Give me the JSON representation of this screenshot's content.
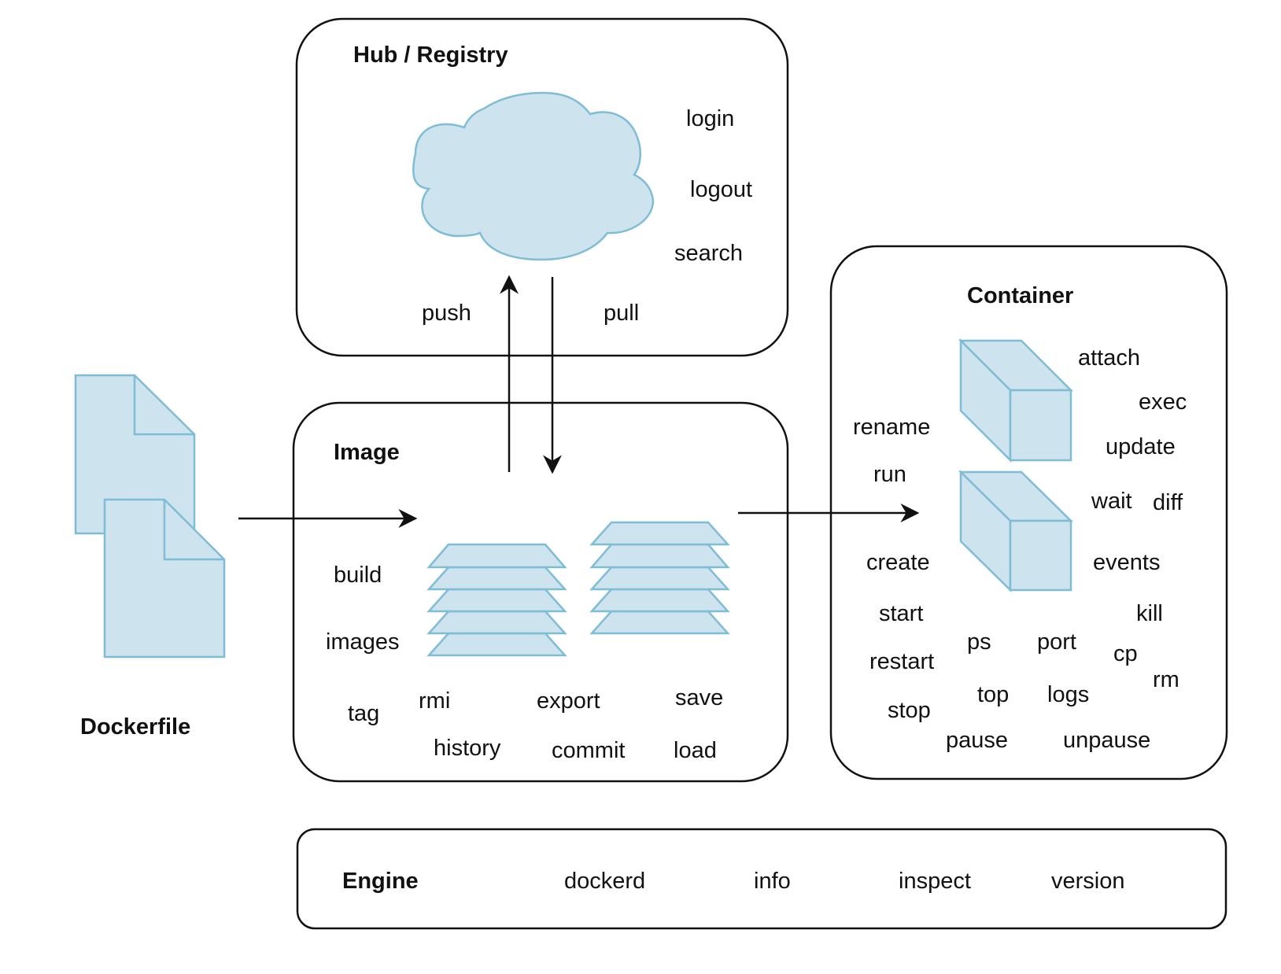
{
  "colors": {
    "fill": "#cde3ee",
    "stroke": "#7fbcd6",
    "line": "#111111",
    "background": "#ffffff"
  },
  "dockerfile": {
    "title": "Dockerfile",
    "icon": "document-icon"
  },
  "hub": {
    "title": "Hub / Registry",
    "icon": "cloud-icon",
    "commands": [
      "login",
      "logout",
      "search"
    ],
    "push": "push",
    "pull": "pull"
  },
  "image": {
    "title": "Image",
    "icon": "layers-icon",
    "commands": [
      "build",
      "images",
      "tag",
      "rmi",
      "history",
      "export",
      "commit",
      "save",
      "load"
    ]
  },
  "container": {
    "title": "Container",
    "icon": "cube-icon",
    "commands": [
      "attach",
      "exec",
      "update",
      "rename",
      "run",
      "wait",
      "diff",
      "create",
      "events",
      "start",
      "kill",
      "ps",
      "port",
      "cp",
      "restart",
      "rm",
      "top",
      "logs",
      "stop",
      "pause",
      "unpause"
    ]
  },
  "engine": {
    "title": "Engine",
    "commands": [
      "dockerd",
      "info",
      "inspect",
      "version"
    ]
  }
}
